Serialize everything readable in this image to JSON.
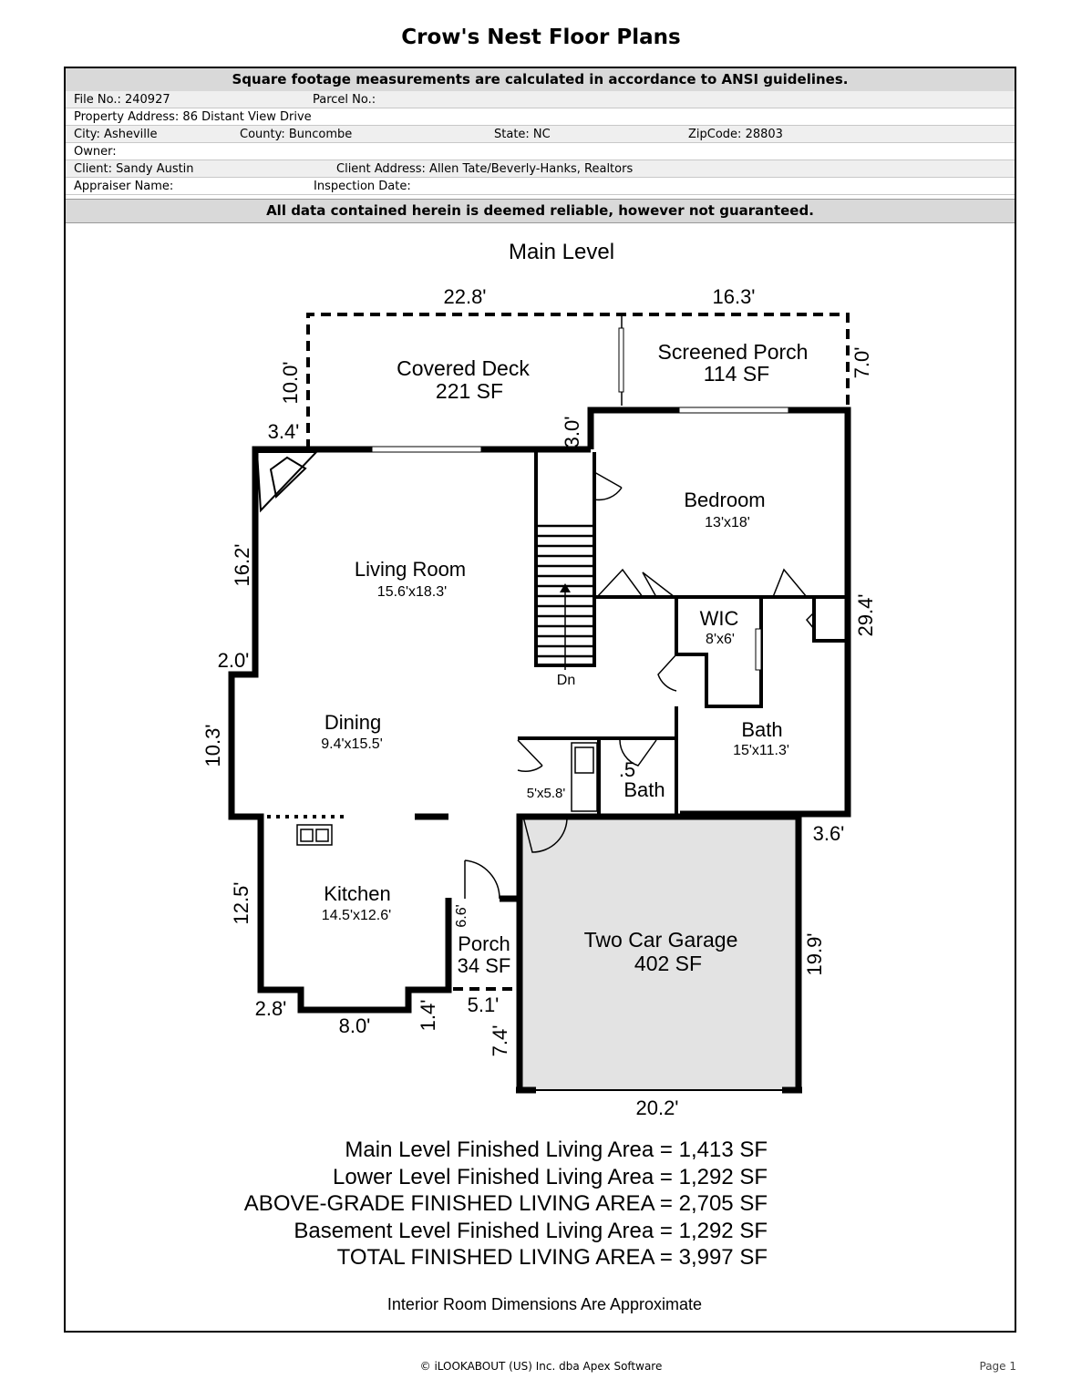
{
  "document": {
    "title": "Crow's Nest Floor Plans",
    "header_note": "Square footage measurements are calculated in accordance to ANSI guidelines.",
    "disclaimer": "All data contained herein is deemed reliable, however not guaranteed.",
    "fields": {
      "file_no": "File No.: 240927",
      "parcel_no": "Parcel No.:",
      "property_address": "Property Address: 86 Distant View Drive",
      "city": "City: Asheville",
      "county": "County: Buncombe",
      "state": "State: NC",
      "zipcode": "ZipCode: 28803",
      "owner": "Owner:",
      "client": "Client: Sandy Austin",
      "client_address": "Client Address: Allen Tate/Beverly-Hanks, Realtors",
      "appraiser": "Appraiser Name:",
      "inspection_date": "Inspection Date:"
    }
  },
  "plan": {
    "level_title": "Main Level",
    "rooms": {
      "covered_deck": {
        "name": "Covered Deck",
        "area": "221 SF"
      },
      "screened_porch": {
        "name": "Screened Porch",
        "area": "114 SF"
      },
      "bedroom": {
        "name": "Bedroom",
        "dims": "13'x18'"
      },
      "living_room": {
        "name": "Living Room",
        "dims": "15.6'x18.3'"
      },
      "wic": {
        "name": "WIC",
        "dims": "8'x6'"
      },
      "dining": {
        "name": "Dining",
        "dims": "9.4'x15.5'"
      },
      "bath": {
        "name": "Bath",
        "dims": "15'x11.3'"
      },
      "half_bath": {
        "name": "Bath",
        "prefix": ".5"
      },
      "closet": {
        "dims": "5'x5.8'"
      },
      "kitchen": {
        "name": "Kitchen",
        "dims": "14.5'x12.6'"
      },
      "porch": {
        "name": "Porch",
        "area": "34 SF"
      },
      "garage": {
        "name": "Two Car Garage",
        "area": "402 SF"
      },
      "stairs": {
        "label": "Dn"
      }
    },
    "dimensions": {
      "deck_width": "22.8'",
      "porch_width": "16.3'",
      "deck_depth": "10.0'",
      "porch_depth": "7.0'",
      "offset_3_4": "3.4'",
      "offset_3_0": "3.0'",
      "left_upper": "16.2'",
      "right_main": "29.4'",
      "offset_2_0": "2.0'",
      "left_middle": "10.3'",
      "offset_3_6": "3.6'",
      "kitchen_side": "12.5'",
      "porch_side": "6.6'",
      "garage_side": "19.9'",
      "offset_2_8": "2.8'",
      "bay_width": "8.0'",
      "offset_1_4": "1.4'",
      "porch_bottom": "5.1'",
      "offset_7_4": "7.4'",
      "garage_width": "20.2'"
    }
  },
  "summary": {
    "main_level": "Main Level Finished Living Area = 1,413 SF",
    "lower_level": "Lower Level Finished Living Area = 1,292 SF",
    "above_grade": "ABOVE-GRADE FINISHED LIVING AREA = 2,705 SF",
    "basement_level": "Basement Level Finished Living Area = 1,292 SF",
    "total": "TOTAL FINISHED LIVING AREA = 3,997 SF"
  },
  "note": "Interior Room Dimensions Are Approximate",
  "footer": {
    "copyright": "© iLOOKABOUT (US) Inc. dba Apex Software",
    "page": "Page 1"
  }
}
